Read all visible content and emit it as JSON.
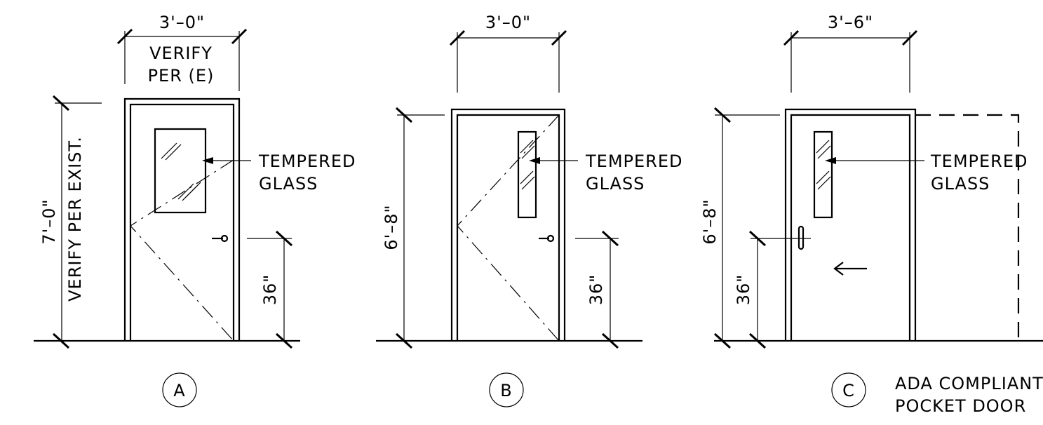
{
  "doors": [
    {
      "id": "A",
      "width_label": "3'–0\"",
      "verify_line1": "VERIFY",
      "verify_line2": "PER (E)",
      "height_label": "7'–0\"",
      "height_note": "VERIFY PER EXIST.",
      "glass_line1": "TEMPERED",
      "glass_line2": "GLASS",
      "handle_height": "36\"",
      "tag": "A"
    },
    {
      "id": "B",
      "width_label": "3'–0\"",
      "height_label": "6'–8\"",
      "glass_line1": "TEMPERED",
      "glass_line2": "GLASS",
      "handle_height": "36\"",
      "tag": "B"
    },
    {
      "id": "C",
      "width_label": "3'–6\"",
      "height_label": "6'–8\"",
      "glass_line1": "TEMPERED",
      "glass_line2": "GLASS",
      "handle_height": "36\"",
      "tag": "C",
      "caption_line1": "ADA COMPLIANT",
      "caption_line2": "POCKET DOOR"
    }
  ]
}
